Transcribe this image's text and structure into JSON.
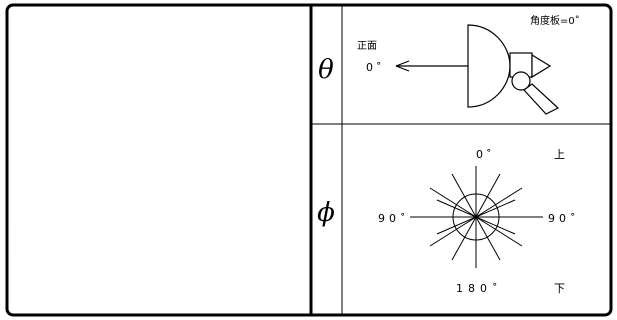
{
  "theta_row": {
    "symbol": "θ",
    "angle_plate_label": "角度板=0˚",
    "front_label": "正面",
    "front_angle": "0˚"
  },
  "phi_row": {
    "symbol": "ϕ",
    "top_angle": "0˚",
    "top_label": "上",
    "left_angle": "90˚",
    "right_angle": "90˚",
    "bottom_angle": "180˚",
    "bottom_label": "下"
  }
}
